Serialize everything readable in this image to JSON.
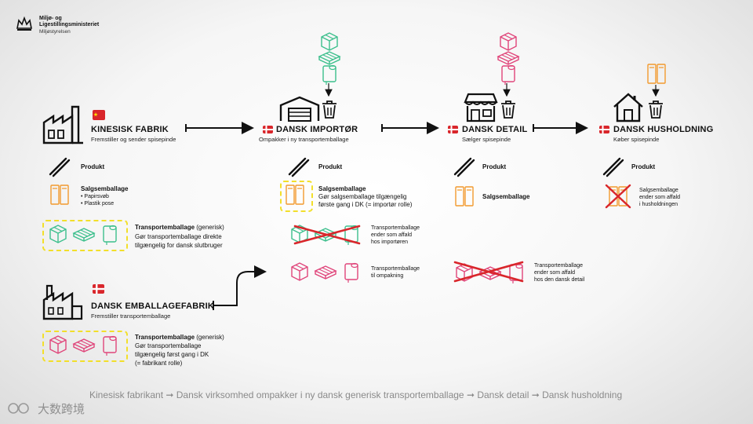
{
  "logo": {
    "line1": "Miljø- og",
    "line2": "Ligestillingsministeriet",
    "line3": "Miljøstyrelsen"
  },
  "nodes": {
    "kinesisk": {
      "title": "KINESISK FABRIK",
      "sub": "Fremstiller og sender spisepinde"
    },
    "importor": {
      "title": "DANSK IMPORTØR",
      "sub": "Ompakker  i ny transportemballage"
    },
    "detail": {
      "title": "DANSK DETAIL",
      "sub": "Sælger spisepinde"
    },
    "husholdning": {
      "title": "DANSK HUSHOLDNING",
      "sub": "Køber spisepinde"
    },
    "emballage": {
      "title": "DANSK EMBALLAGEFABRIK",
      "sub": "Fremstiller transportemballage"
    }
  },
  "labels": {
    "produkt": "Produkt",
    "salgsemballage": "Salgsemballage",
    "transportemballage": "Transportemballage",
    "generisk": " (generisk)"
  },
  "kinesisk_sales": {
    "line1": "• Papirsvøb",
    "line2": "• Plastik pose"
  },
  "kinesisk_transport": {
    "line1": "Gør transportemballage direkte",
    "line2": "tilgængelig for dansk slutbruger"
  },
  "importor_sales": {
    "line1": "Gør salgsemballage tilgængelig",
    "line2": "første gang i DK (= importør rolle)"
  },
  "importor_waste": {
    "line1": "Transportemballage",
    "line2": "ender som affald",
    "line3": "hos importøren"
  },
  "importor_repack": {
    "line1": "Transportemballage",
    "line2": "til ompakning"
  },
  "detail_waste": {
    "line1": "Transportemballage",
    "line2": "ender som affald",
    "line3": "hos den dansk detail"
  },
  "hus_waste": {
    "line1": "Salgsemballage",
    "line2": "ender som affald",
    "line3": "i husholdningen"
  },
  "emballage_transport": {
    "line1": "Gør transportemballage",
    "line2": "tilgængelig først gang i DK",
    "line3": "(= fabrikant rolle)"
  },
  "footer": "Kinesisk fabrikant ➞ Dansk virksomhed ompakker i ny dansk generisk transportemballage ➞ Dansk detail  ➞ Dansk husholdning",
  "watermark": "大数跨境",
  "colors": {
    "green": "#3cbf8c",
    "pink": "#e0457a",
    "orange": "#f29a2e",
    "red": "#d9262b",
    "yellow": "#f2df2a"
  }
}
